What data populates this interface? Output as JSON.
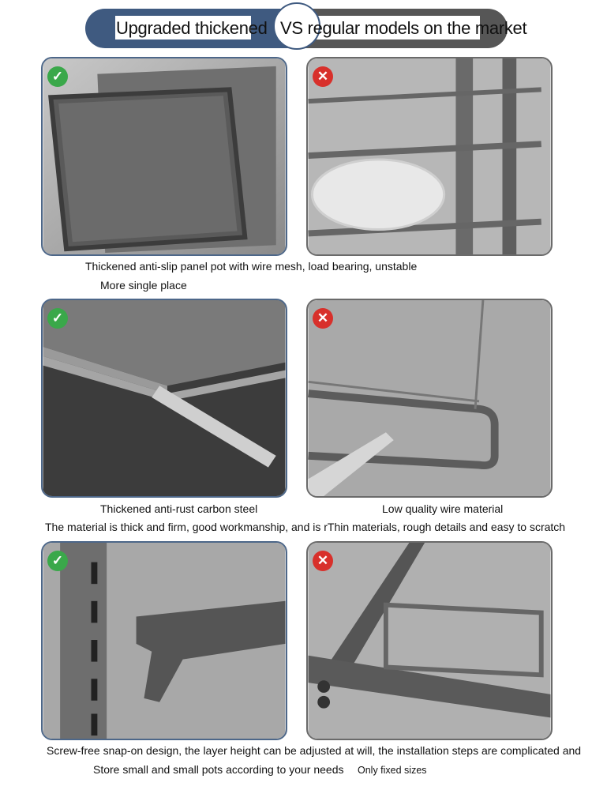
{
  "header": {
    "left_title": "Upgraded thickened",
    "vs_title": "VS regular models on the market"
  },
  "icons": {
    "good": "check-icon",
    "bad": "cross-icon"
  },
  "colors": {
    "good": "#3aa84a",
    "bad": "#d8302b",
    "accent": "#3f5a80"
  },
  "rows": [
    {
      "caption_line1": "Thickened anti-slip panel pot with wire mesh, load bearing, unstable",
      "caption_line2": "More single place"
    },
    {
      "good_caption": "Thickened anti-rust carbon steel",
      "bad_caption": "Low quality wire material",
      "caption_line": "The material is thick and firm, good workmanship, and is rThin materials, rough details and easy to scratch"
    },
    {
      "caption_line1": "Screw-free snap-on design, the layer height can be adjusted at will, the installation steps are complicated and",
      "good_caption": "Store small and small pots according to your needs",
      "bad_caption": "Only fixed sizes"
    }
  ],
  "badges": {
    "check": "✓",
    "cross": "✕"
  }
}
